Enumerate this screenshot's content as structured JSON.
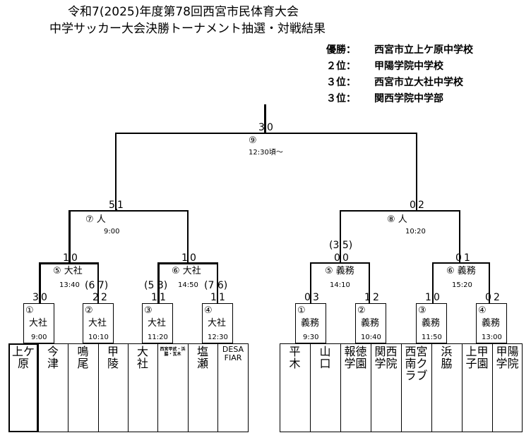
{
  "title": {
    "line1": "令和7(2025)年度第78回西宮市民体育大会",
    "line2": "中学サッカー大会決勝トーナメント抽選・対戦結果"
  },
  "results": [
    {
      "rank": "優勝：",
      "team": "西宮市立上ケ原中学校"
    },
    {
      "rank": "２位：",
      "team": "甲陽学院中学校"
    },
    {
      "rank": "３位：",
      "team": "西宮市立大社中学校"
    },
    {
      "rank": "３位：",
      "team": "関西学院中学部"
    }
  ],
  "matches": {
    "m9": {
      "label": "⑨",
      "time": "12:30頃～"
    },
    "m7": {
      "label": "⑦ 人",
      "time": "9:00"
    },
    "m8": {
      "label": "⑧ 人",
      "time": "10:20"
    },
    "m5a": {
      "label": "⑤ 大社",
      "time": "13:40"
    },
    "m6a": {
      "label": "⑥ 大社",
      "time": "14:50"
    },
    "m5b": {
      "label": "⑤ 義務",
      "time": "14:10"
    },
    "m6b": {
      "label": "⑥ 義務",
      "time": "15:20"
    }
  },
  "boxes": [
    {
      "num": "①",
      "venue": "大社",
      "time": "9:00"
    },
    {
      "num": "②",
      "venue": "大社",
      "time": "10:10"
    },
    {
      "num": "③",
      "venue": "大社",
      "time": "11:20"
    },
    {
      "num": "④",
      "venue": "大社",
      "time": "12:30"
    },
    {
      "num": "①",
      "venue": "義務",
      "time": "9:30"
    },
    {
      "num": "②",
      "venue": "義務",
      "time": "10:40"
    },
    {
      "num": "③",
      "venue": "義務",
      "time": "11:50"
    },
    {
      "num": "④",
      "venue": "義務",
      "time": "13:00"
    }
  ],
  "scores": {
    "final_l": "3",
    "final_r": "0",
    "m7_l": "5",
    "m7_r": "1",
    "m8_l": "0",
    "m8_r": "2",
    "m8_pk": "(3 5)",
    "m5a_l": "1",
    "m5a_r": "0",
    "m6a_l": "1",
    "m6a_r": "0",
    "m5b_l": "0",
    "m5b_r": "0",
    "m6b_l": "0",
    "m6b_r": "1",
    "b1_l": "3",
    "b1_r": "0",
    "b2_l": "2",
    "b2_r": "2",
    "b2_pk": "(6 7)",
    "b3_l": "1",
    "b3_r": "1",
    "b3_pk": "(5 3)",
    "b4_l": "1",
    "b4_r": "1",
    "b4_pk": "(7 6)",
    "b5_l": "0",
    "b5_r": "3",
    "b6_l": "1",
    "b6_r": "2",
    "b7_l": "1",
    "b7_r": "0",
    "b8_l": "0",
    "b8_r": "2"
  },
  "teams": [
    "上ケ\n原",
    "今\n津",
    "鳴\n尾",
    "甲\n陵",
    "大\n社",
    "西宮甲武・浜\n脇・瓦木",
    "塩\n瀬",
    "DESA\nFIAR",
    "平\n木",
    "山\n口",
    "報徳\n学園",
    "関西\n学院",
    "西宮\n南ク\nラブ",
    "浜\n脇",
    "上甲\n子園",
    "甲陽\n学院"
  ]
}
